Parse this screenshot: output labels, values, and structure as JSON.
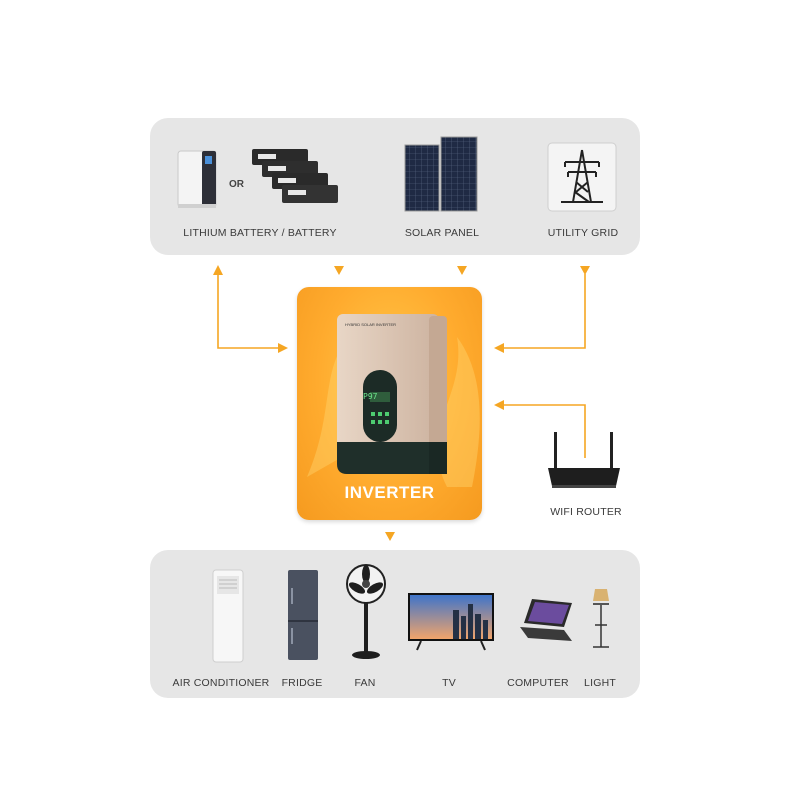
{
  "top_panel": {
    "sources": [
      {
        "label": "LITHIUM BATTERY / BATTERY",
        "icon": "battery-icon"
      },
      {
        "label": "SOLAR PANEL",
        "icon": "solar-panel-icon"
      },
      {
        "label": "UTILITY GRID",
        "icon": "utility-tower-icon"
      }
    ],
    "or_text": "OR"
  },
  "inverter": {
    "title": "INVERTER",
    "display_value": "P97",
    "device_brand_text": "HYBRID SOLAR INVERTER"
  },
  "router": {
    "label": "WIFI ROUTER",
    "icon": "wifi-router-icon"
  },
  "bottom_panel": {
    "loads": [
      {
        "label": "AIR CONDITIONER",
        "icon": "air-conditioner-icon"
      },
      {
        "label": "FRIDGE",
        "icon": "fridge-icon"
      },
      {
        "label": "FAN",
        "icon": "fan-icon"
      },
      {
        "label": "TV",
        "icon": "tv-icon"
      },
      {
        "label": "COMPUTER",
        "icon": "laptop-icon"
      },
      {
        "label": "LIGHT",
        "icon": "lamp-icon"
      }
    ]
  },
  "colors": {
    "accent": "#f5a623",
    "panel_bg": "#e6e6e6",
    "card_orange": "#ffab2e"
  }
}
